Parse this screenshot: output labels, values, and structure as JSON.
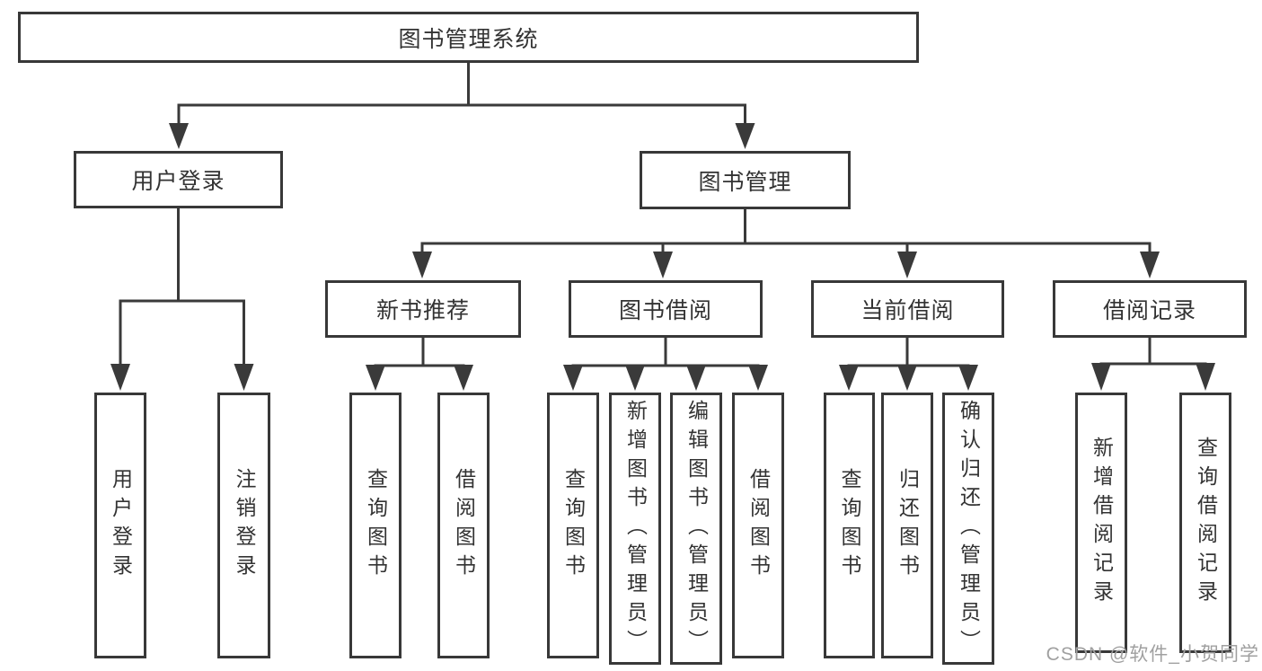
{
  "colors": {
    "background": "#ffffff",
    "box_border": "#383838",
    "connector_line": "#3a3a3a",
    "text": "#333333",
    "watermark_text": "#a0a0a0"
  },
  "tree": {
    "root": {
      "label": "图书管理系统"
    },
    "branches": [
      {
        "label": "用户登录",
        "children": [
          {
            "label": "用户登录"
          },
          {
            "label": "注销登录"
          }
        ]
      },
      {
        "label": "图书管理",
        "children": [
          {
            "label": "新书推荐",
            "children": [
              {
                "label": "查询图书"
              },
              {
                "label": "借阅图书"
              }
            ]
          },
          {
            "label": "图书借阅",
            "children": [
              {
                "label": "查询图书"
              },
              {
                "label": "新增图书（管理员）"
              },
              {
                "label": "编辑图书（管理员）"
              },
              {
                "label": "借阅图书"
              }
            ]
          },
          {
            "label": "当前借阅",
            "children": [
              {
                "label": "查询图书"
              },
              {
                "label": "归还图书"
              },
              {
                "label": "确认归还（管理员）"
              }
            ]
          },
          {
            "label": "借阅记录",
            "children": [
              {
                "label": "新增借阅记录"
              },
              {
                "label": "查询借阅记录"
              }
            ]
          }
        ]
      }
    ]
  },
  "watermark": {
    "text": "CSDN @软件_小贺同学"
  }
}
